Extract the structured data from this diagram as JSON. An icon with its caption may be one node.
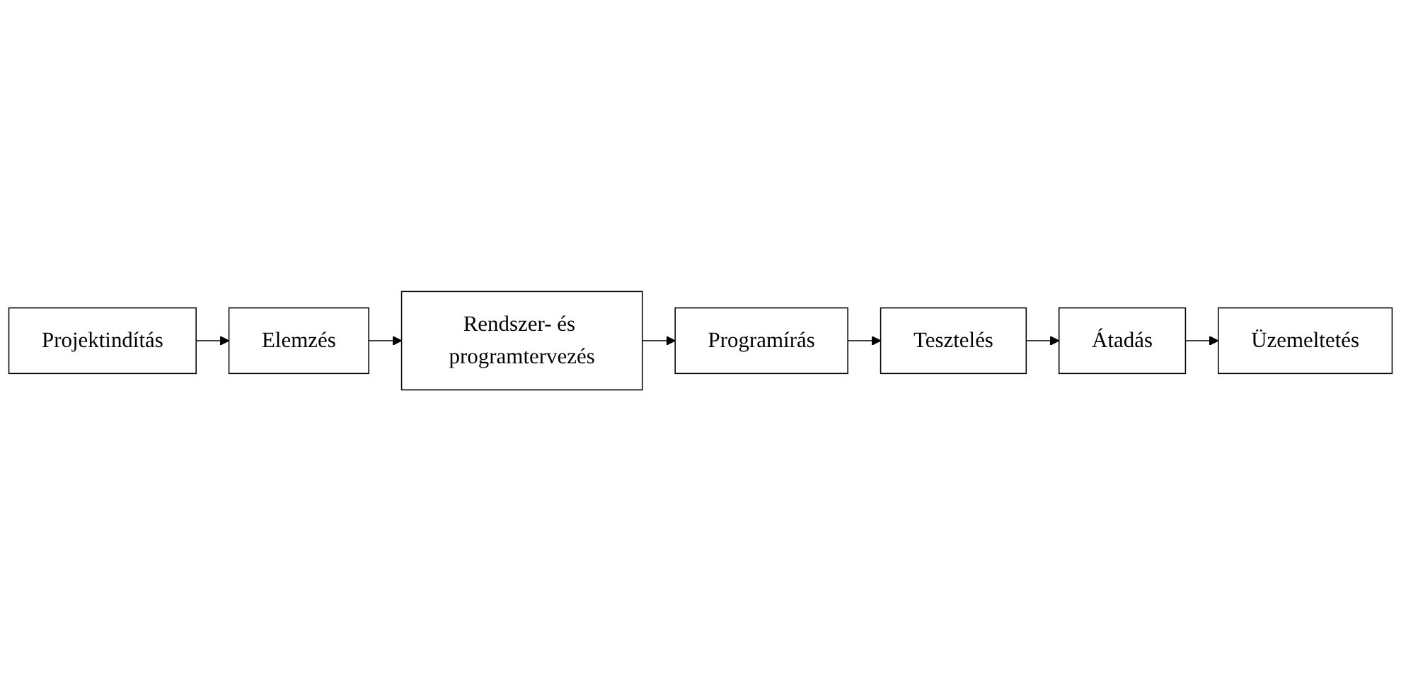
{
  "diagram": {
    "nodes": [
      {
        "text": [
          "Projektindítás"
        ]
      },
      {
        "text": [
          "Elemzés"
        ]
      },
      {
        "text": [
          "Rendszer- és programtervezés"
        ]
      },
      {
        "text": [
          "Programírás"
        ]
      },
      {
        "text": [
          "Tesztelés"
        ]
      },
      {
        "text": [
          "Átadás"
        ]
      },
      {
        "text": [
          "Üzemeltetés"
        ]
      }
    ],
    "edges": [
      {
        "from": 0,
        "to": 1,
        "arrow": "to"
      },
      {
        "from": 1,
        "to": 2,
        "arrow": "to"
      },
      {
        "from": 2,
        "to": 3,
        "arrow": "to"
      },
      {
        "from": 3,
        "to": 4,
        "arrow": "to"
      },
      {
        "from": 4,
        "to": 5,
        "arrow": "to"
      },
      {
        "from": 5,
        "to": 6,
        "arrow": "to"
      }
    ]
  }
}
